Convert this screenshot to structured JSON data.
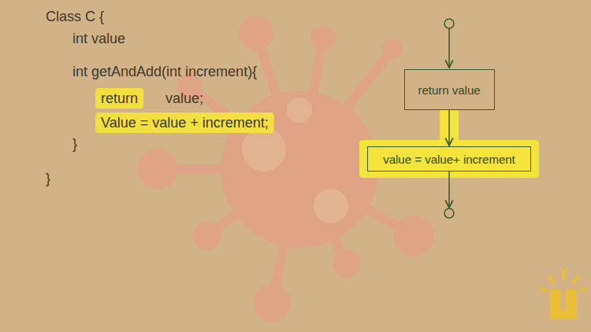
{
  "diagram": {
    "nodes": [
      {
        "text": [
          "return value"
        ]
      },
      {
        "text": [
          "value = value+ increment"
        ]
      }
    ],
    "edges": [
      {
        "from": 0,
        "to": 1,
        "arrow": "to"
      }
    ],
    "labels": [
      "Class C {",
      "int value",
      "int getAndAdd(int increment){",
      "return",
      "value;",
      "Value = value + increment;",
      "}",
      "}"
    ]
  }
}
